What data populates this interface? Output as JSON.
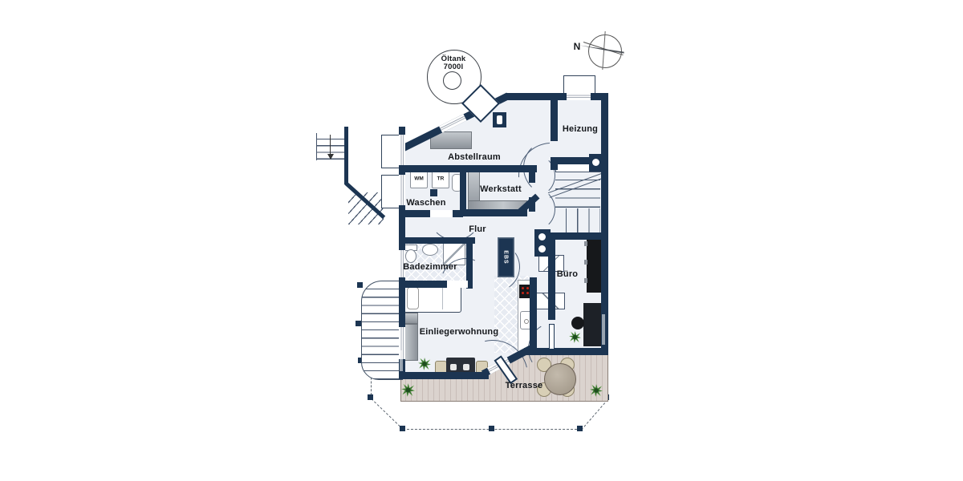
{
  "plan_type": "floor-plan",
  "labels": {
    "heizung": "Heizung",
    "abstellraum": "Abstellraum",
    "werkstatt": "Werkstatt",
    "waschen": "Waschen",
    "flur": "Flur",
    "badezimmer": "Badezimmer",
    "buero": "Büro",
    "einliegerwohnung": "Einliegerwohnung",
    "terrasse": "Terrasse"
  },
  "appliances": {
    "wm": "WM",
    "tr": "TR",
    "ebs": "EBS"
  },
  "annotations": {
    "oltank_line1": "Öltank",
    "oltank_line2": "7000l",
    "north": "N"
  },
  "colors": {
    "wall": "#1c3552",
    "floor": "#eef1f6",
    "tile": "#e7ebf2",
    "deck": "#d8cfc9",
    "furniture_gray": "#9ba1a8",
    "furniture_dark": "#16181b",
    "chair_beige": "#d8cfb6",
    "plant_green": "#3f7d33",
    "stove_red": "#c22417",
    "label_text": "#15181c"
  }
}
